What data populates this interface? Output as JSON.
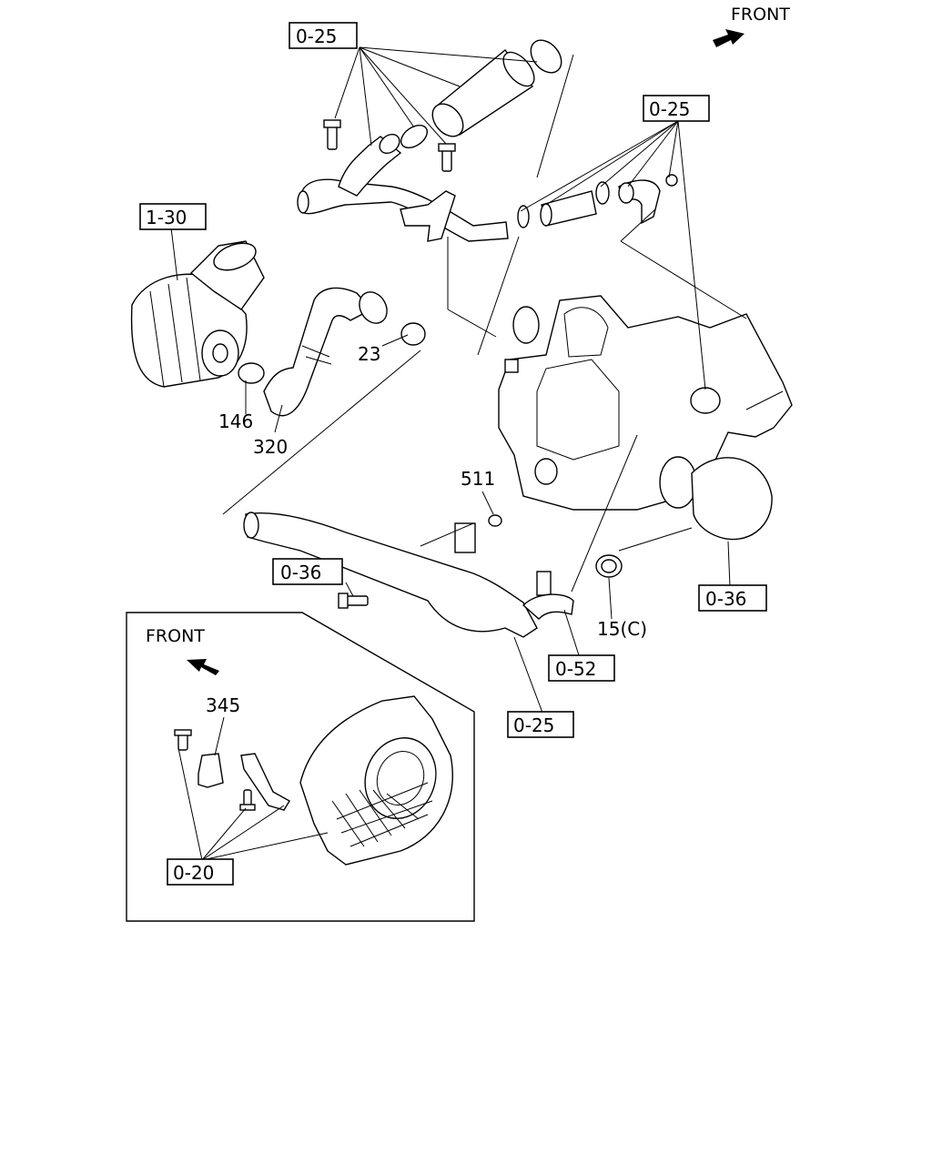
{
  "front_label_top": "FRONT",
  "front_label_inset": "FRONT",
  "callouts": {
    "ref_0_25_top_left": "0-25",
    "ref_0_25_top_right": "0-25",
    "ref_1_30": "1-30",
    "ref_0_36_left": "0-36",
    "ref_0_36_right": "0-36",
    "ref_0_52": "0-52",
    "ref_0_25_bottom": "0-25",
    "ref_0_20": "0-20",
    "part_23": "23",
    "part_146": "146",
    "part_320": "320",
    "part_511": "511",
    "part_15c": "15(C)",
    "part_345": "345"
  }
}
